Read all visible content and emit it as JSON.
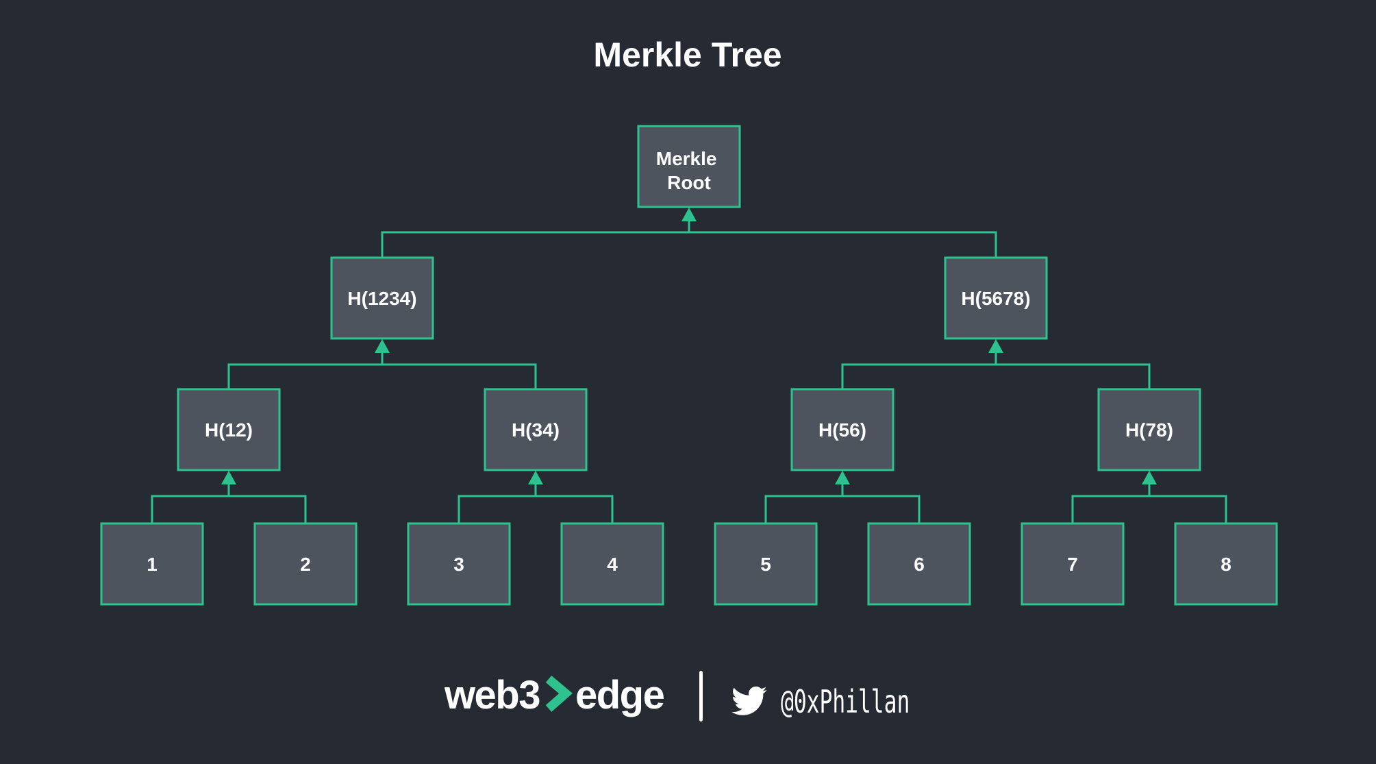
{
  "title": "Merkle Tree",
  "colors": {
    "background": "#262a32",
    "node_fill": "#4e545e",
    "accent_green": "#2ec28e",
    "text_white": "#ffffff"
  },
  "tree": {
    "root": {
      "line1": "Merkle",
      "line2": "Root"
    },
    "level2": [
      "H(1234)",
      "H(5678)"
    ],
    "level3": [
      "H(12)",
      "H(34)",
      "H(56)",
      "H(78)"
    ],
    "leaves": [
      "1",
      "2",
      "3",
      "4",
      "5",
      "6",
      "7",
      "8"
    ]
  },
  "footer": {
    "brand_part1": "web3",
    "brand_part2": "edge",
    "twitter_handle": "@0xPhillan",
    "icons": {
      "chevron": "chevron-right-icon",
      "twitter": "twitter-bird-icon"
    }
  }
}
